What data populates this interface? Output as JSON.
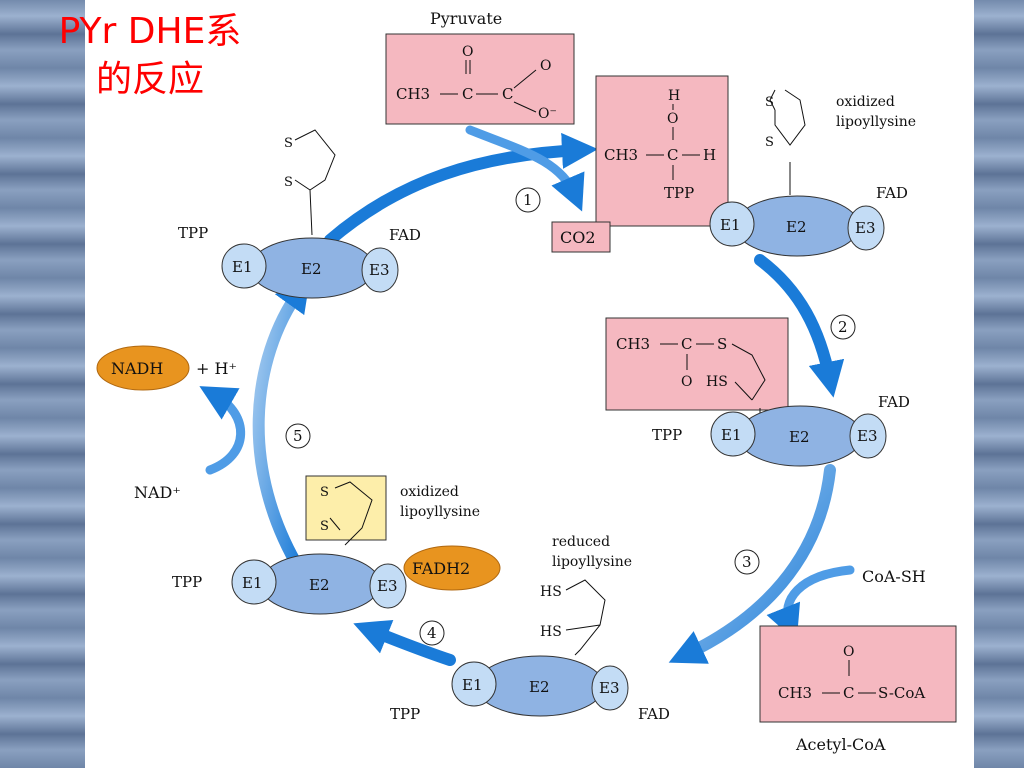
{
  "slide": {
    "title_line1": "PYr DHE系",
    "title_line2": "的反应"
  },
  "labels": {
    "pyruvate": "Pyruvate",
    "co2": "CO2",
    "tpp": "TPP",
    "fad": "FAD",
    "e1": "E1",
    "e2": "E2",
    "e3": "E3",
    "oxidized": "oxidized",
    "lipoyllysine": "lipoyllysine",
    "reduced": "reduced",
    "coa_sh": "CoA-SH",
    "acetyl_coa": "Acetyl-CoA",
    "nadh": "NADH",
    "h_plus": "+ H⁺",
    "nad_plus": "NAD⁺",
    "fadh2": "FADH2",
    "step1": "1",
    "step2": "2",
    "step3": "3",
    "step4": "4",
    "step5": "5"
  },
  "chem": {
    "ch3": "CH3",
    "o": "O",
    "h": "H",
    "c": "C",
    "s": "S",
    "hs": "HS",
    "o_minus": "O⁻",
    "s_coa": "S-CoA"
  },
  "colors": {
    "red_title": "#ff0000",
    "pink_box": "#f5b8c0",
    "enzyme_fill": "#8fb3e3",
    "enzyme_small": "#c3dcf5",
    "arrow_blue": "#1a7bd8",
    "orange": "#e8941f",
    "yellow_box": "#fdeeaa"
  }
}
